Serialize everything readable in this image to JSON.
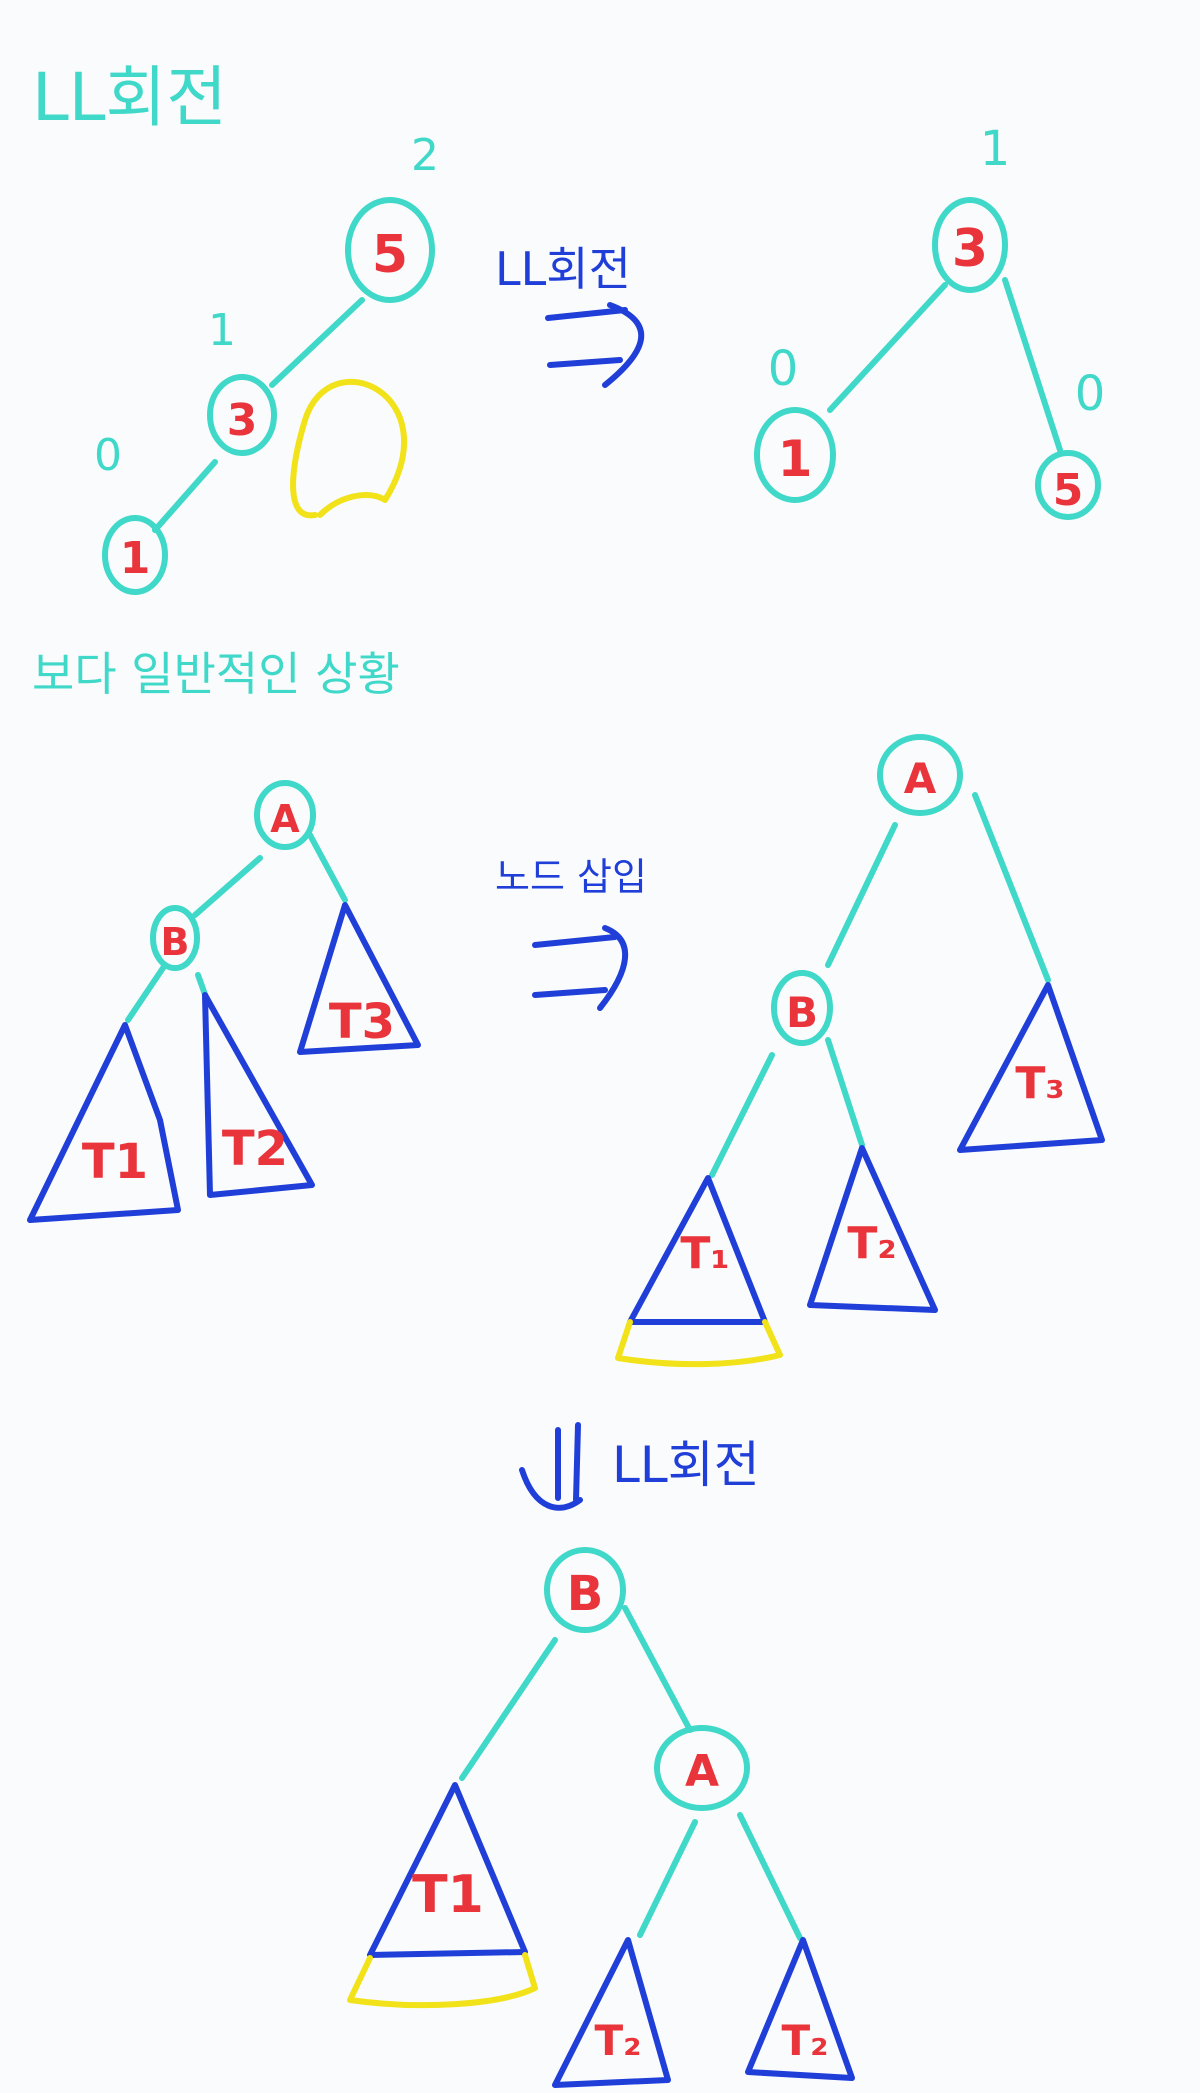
{
  "colors": {
    "teal": "#3fd8c9",
    "red": "#e8343a",
    "blue": "#1f3fd8",
    "yellow": "#f2e21a",
    "background": "#fafbfc"
  },
  "top_title": "LL회전",
  "arrow1_label": "LL회전",
  "example_before": {
    "nodes": [
      {
        "key": "5",
        "height": "2"
      },
      {
        "key": "3",
        "height": "1"
      },
      {
        "key": "1",
        "height": "0"
      }
    ]
  },
  "example_after": {
    "nodes": [
      {
        "key": "3",
        "height": "1"
      },
      {
        "key": "1",
        "height": "0"
      },
      {
        "key": "5",
        "height": "0"
      }
    ]
  },
  "general_heading": "보다 일반적인 상황",
  "arrow2_label": "노드 삽입",
  "general_initial": {
    "nodes": [
      "A",
      "B"
    ],
    "subtrees": [
      "T1",
      "T2",
      "T3"
    ]
  },
  "general_inserted": {
    "nodes": [
      "A",
      "B"
    ],
    "subtrees": [
      "T₁",
      "T₂",
      "T₃"
    ]
  },
  "arrow3_label": "LL회전",
  "general_final": {
    "nodes": [
      "B",
      "A"
    ],
    "subtrees": [
      "T1",
      "T₂",
      "T₂"
    ]
  }
}
